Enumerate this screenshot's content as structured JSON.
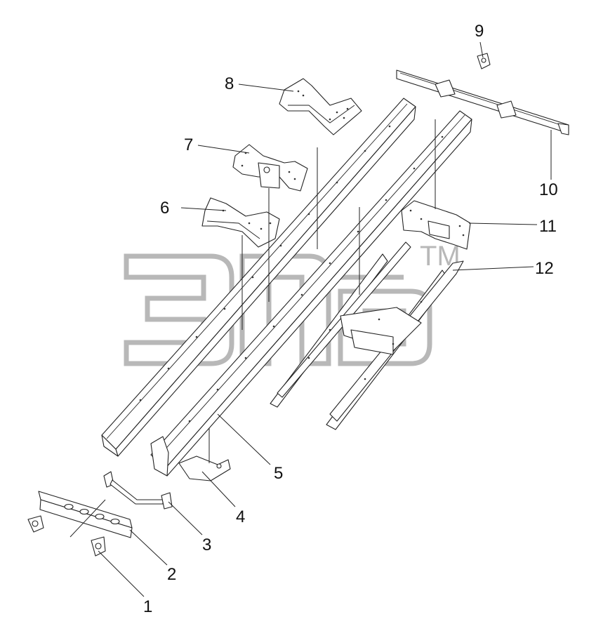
{
  "callouts": [
    {
      "id": "1",
      "label": "1"
    },
    {
      "id": "2",
      "label": "2"
    },
    {
      "id": "3",
      "label": "3"
    },
    {
      "id": "4",
      "label": "4"
    },
    {
      "id": "5",
      "label": "5"
    },
    {
      "id": "6",
      "label": "6"
    },
    {
      "id": "7",
      "label": "7"
    },
    {
      "id": "8",
      "label": "8"
    },
    {
      "id": "9",
      "label": "9"
    },
    {
      "id": "10",
      "label": "10"
    },
    {
      "id": "11",
      "label": "11"
    },
    {
      "id": "12",
      "label": "12"
    }
  ],
  "watermark": {
    "trademark": "TM"
  },
  "colors": {
    "line": "#222222",
    "watermark": "#b8b8b8",
    "background": "#ffffff"
  }
}
